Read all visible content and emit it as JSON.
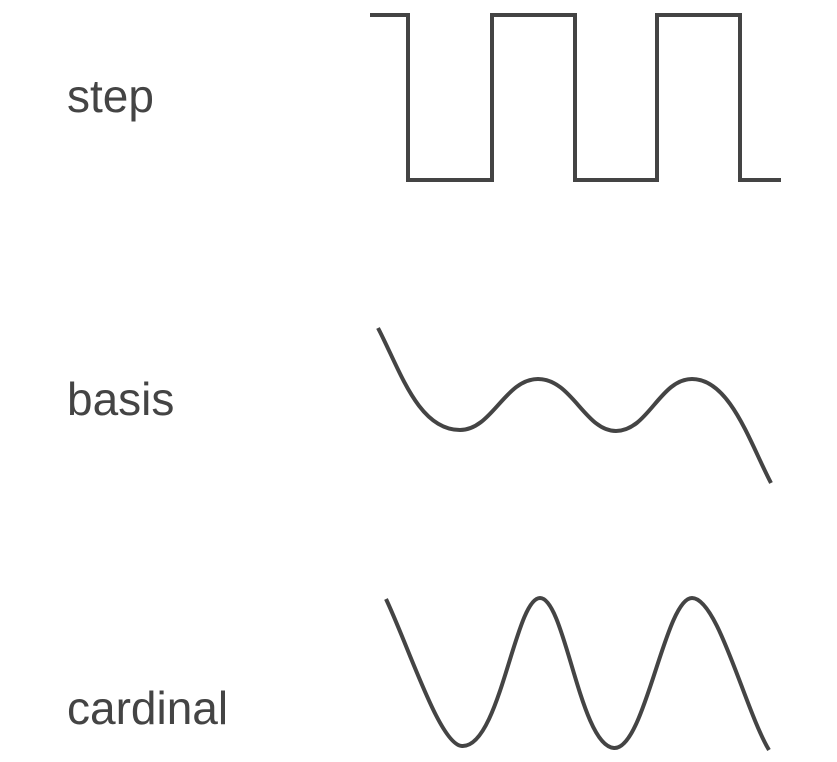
{
  "curves": [
    {
      "label": "step",
      "stroke_color": "#444444"
    },
    {
      "label": "basis",
      "stroke_color": "#444444"
    },
    {
      "label": "cardinal",
      "stroke_color": "#444444"
    }
  ]
}
